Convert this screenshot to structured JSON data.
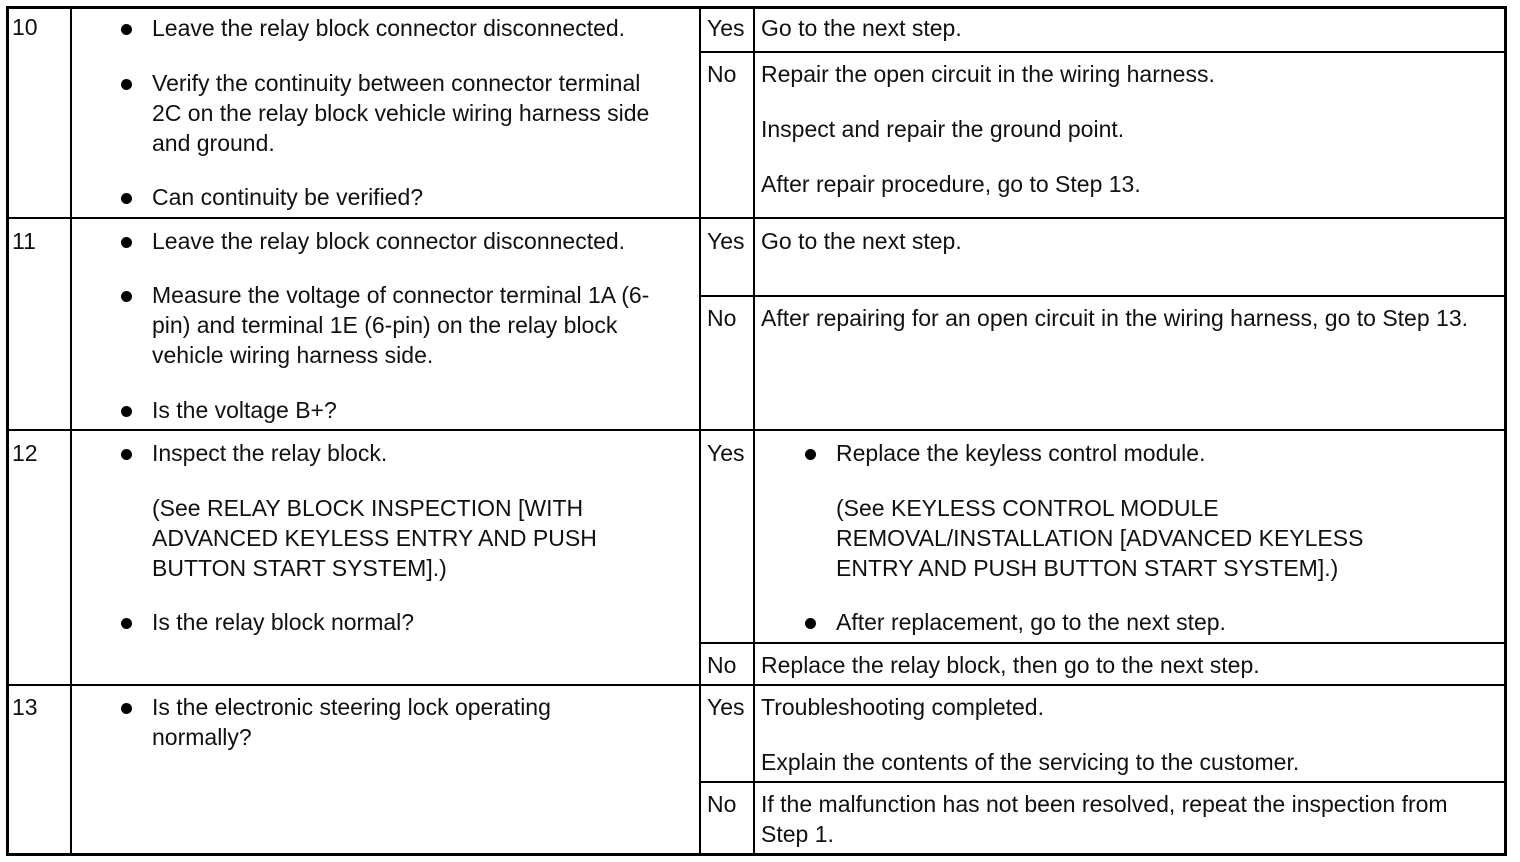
{
  "rows": [
    {
      "step": "10",
      "check": [
        "Leave the relay block connector disconnected.",
        "Verify the continuity between connector terminal 2C on the relay block vehicle wiring harness side and ground.",
        "Can continuity be verified?"
      ],
      "yes_label": "Yes",
      "yes_action": [
        "Go to the next step."
      ],
      "no_label": "No",
      "no_action": [
        "Repair the open circuit in the wiring harness.",
        "Inspect and repair the ground point.",
        "After repair procedure, go to Step 13."
      ]
    },
    {
      "step": "11",
      "check": [
        "Leave the relay block connector disconnected.",
        "Measure the voltage of connector terminal 1A (6-pin) and terminal 1E (6-pin) on the relay block vehicle wiring harness side.",
        "Is the voltage B+?"
      ],
      "yes_label": "Yes",
      "yes_action": [
        "Go to the next step."
      ],
      "no_label": "No",
      "no_action": [
        "After repairing for an open circuit in the wiring harness, go to Step 13."
      ]
    },
    {
      "step": "12",
      "check": [
        "Inspect the relay block.",
        "(See RELAY BLOCK INSPECTION [WITH ADVANCED KEYLESS ENTRY AND PUSH BUTTON START SYSTEM].)",
        "Is the relay block normal?"
      ],
      "yes_label": "Yes",
      "yes_action": [
        "Replace the keyless control module.",
        "(See KEYLESS CONTROL MODULE REMOVAL/INSTALLATION [ADVANCED KEYLESS ENTRY AND PUSH BUTTON START SYSTEM].)",
        "After replacement, go to the next step."
      ],
      "no_label": "No",
      "no_action": [
        "Replace the relay block, then go to the next step."
      ]
    },
    {
      "step": "13",
      "check": [
        "Is the electronic steering lock operating normally?"
      ],
      "yes_label": "Yes",
      "yes_action": [
        "Troubleshooting completed.",
        "Explain the contents of the servicing to the customer."
      ],
      "no_label": "No",
      "no_action": [
        "If the malfunction has not been resolved, repeat the inspection from Step 1."
      ]
    }
  ]
}
